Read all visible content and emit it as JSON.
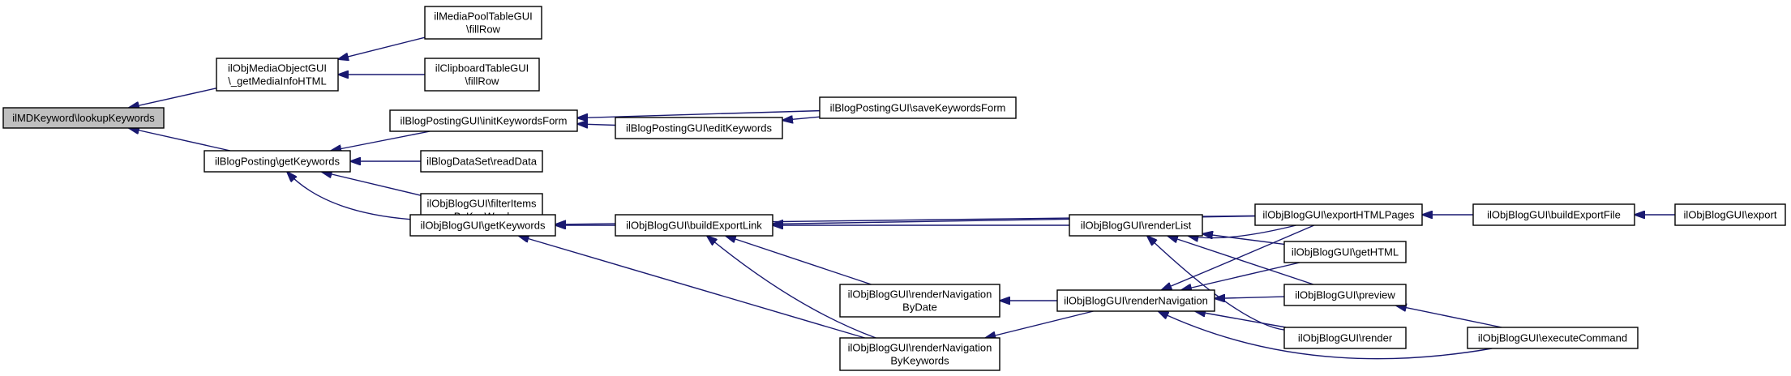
{
  "nodes": [
    {
      "id": "n0",
      "lines": [
        "ilMDKeyword\\lookupKeywords"
      ],
      "root": true
    },
    {
      "id": "n1",
      "lines": [
        "ilObjMediaObjectGUI",
        "\\_getMediaInfoHTML"
      ]
    },
    {
      "id": "n2",
      "lines": [
        "ilMediaPoolTableGUI",
        "\\fillRow"
      ]
    },
    {
      "id": "n3",
      "lines": [
        "ilClipboardTableGUI",
        "\\fillRow"
      ]
    },
    {
      "id": "n4",
      "lines": [
        "ilBlogPosting\\getKeywords"
      ]
    },
    {
      "id": "n5",
      "lines": [
        "ilBlogPostingGUI\\initKeywordsForm"
      ]
    },
    {
      "id": "n6",
      "lines": [
        "ilBlogPostingGUI\\saveKeywordsForm"
      ]
    },
    {
      "id": "n7",
      "lines": [
        "ilBlogPostingGUI\\editKeywords"
      ]
    },
    {
      "id": "n8",
      "lines": [
        "ilBlogDataSet\\readData"
      ]
    },
    {
      "id": "n9",
      "lines": [
        "ilObjBlogGUI\\filterItems",
        "ByKeyWord"
      ]
    },
    {
      "id": "n10",
      "lines": [
        "ilObjBlogGUI\\getKeywords"
      ]
    },
    {
      "id": "n11",
      "lines": [
        "ilObjBlogGUI\\buildExportLink"
      ]
    },
    {
      "id": "n12",
      "lines": [
        "ilObjBlogGUI\\exportHTMLPages"
      ]
    },
    {
      "id": "n13",
      "lines": [
        "ilObjBlogGUI\\buildExportFile"
      ]
    },
    {
      "id": "n14",
      "lines": [
        "ilObjBlogGUI\\export"
      ]
    },
    {
      "id": "n15",
      "lines": [
        "ilObjBlogGUI\\renderList"
      ]
    },
    {
      "id": "n16",
      "lines": [
        "ilObjBlogGUI\\getHTML"
      ]
    },
    {
      "id": "n17",
      "lines": [
        "ilObjBlogGUI\\renderNavigation",
        "ByDate"
      ]
    },
    {
      "id": "n18",
      "lines": [
        "ilObjBlogGUI\\renderNavigation"
      ]
    },
    {
      "id": "n19",
      "lines": [
        "ilObjBlogGUI\\preview"
      ]
    },
    {
      "id": "n20",
      "lines": [
        "ilObjBlogGUI\\executeCommand"
      ]
    },
    {
      "id": "n21",
      "lines": [
        "ilObjBlogGUI\\render"
      ]
    },
    {
      "id": "n22",
      "lines": [
        "ilObjBlogGUI\\renderNavigation",
        "ByKeywords"
      ]
    }
  ],
  "edges": [
    {
      "from": "n1",
      "to": "n0"
    },
    {
      "from": "n4",
      "to": "n0"
    },
    {
      "from": "n2",
      "to": "n1"
    },
    {
      "from": "n3",
      "to": "n1"
    },
    {
      "from": "n5",
      "to": "n4"
    },
    {
      "from": "n8",
      "to": "n4"
    },
    {
      "from": "n9",
      "to": "n4"
    },
    {
      "from": "n10",
      "to": "n4"
    },
    {
      "from": "n6",
      "to": "n5"
    },
    {
      "from": "n7",
      "to": "n5"
    },
    {
      "from": "n6",
      "to": "n7"
    },
    {
      "from": "n11",
      "to": "n10"
    },
    {
      "from": "n12",
      "to": "n10"
    },
    {
      "from": "n22",
      "to": "n10"
    },
    {
      "from": "n12",
      "to": "n11"
    },
    {
      "from": "n15",
      "to": "n11"
    },
    {
      "from": "n17",
      "to": "n11"
    },
    {
      "from": "n22",
      "to": "n11"
    },
    {
      "from": "n13",
      "to": "n12"
    },
    {
      "from": "n14",
      "to": "n13"
    },
    {
      "from": "n12",
      "to": "n15"
    },
    {
      "from": "n16",
      "to": "n15"
    },
    {
      "from": "n19",
      "to": "n15"
    },
    {
      "from": "n21",
      "to": "n15"
    },
    {
      "from": "n18",
      "to": "n17"
    },
    {
      "from": "n12",
      "to": "n18"
    },
    {
      "from": "n16",
      "to": "n18"
    },
    {
      "from": "n19",
      "to": "n18"
    },
    {
      "from": "n21",
      "to": "n18"
    },
    {
      "from": "n20",
      "to": "n18"
    },
    {
      "from": "n20",
      "to": "n19"
    },
    {
      "from": "n18",
      "to": "n22"
    }
  ]
}
